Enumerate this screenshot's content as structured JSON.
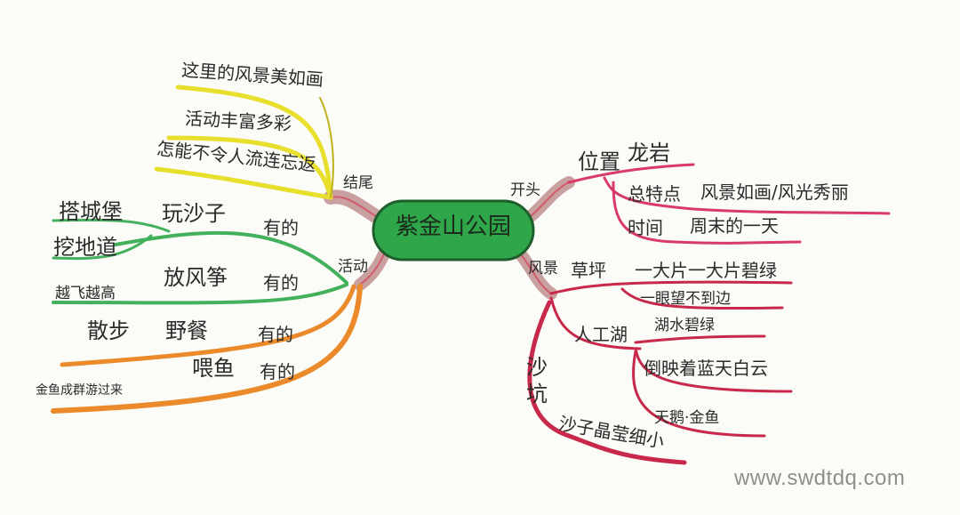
{
  "center": {
    "label": "紫金山公园"
  },
  "branches": {
    "ending": {
      "label": "结尾",
      "color": "#e8de2c",
      "leaves": [
        "这里的风景美如画",
        "活动丰富多彩",
        "怎能不令人流连忘返"
      ]
    },
    "activities": {
      "label": "活动",
      "colors": {
        "green": "#43b05c",
        "orange": "#ea8a2a"
      },
      "rows": [
        {
          "sub": [
            "搭城堡",
            "挖地道"
          ],
          "activity": "玩沙子",
          "tag": "有的"
        },
        {
          "detail": "越飞越高",
          "activity": "放风筝",
          "tag": "有的"
        },
        {
          "detail": "散步",
          "activity": "野餐",
          "tag": "有的"
        },
        {
          "detail": "金鱼成群游过来",
          "activity": "喂鱼",
          "tag": "有的"
        }
      ]
    },
    "opening": {
      "label": "开头",
      "color": "#d83a6a",
      "location": {
        "label": "位置",
        "value": "龙岩"
      },
      "overview": {
        "label": "总特点",
        "value": "风景如画/风光秀丽"
      },
      "time": {
        "label": "时间",
        "value": "周末的一天"
      }
    },
    "scenery": {
      "label": "风景",
      "color": "#c8284a",
      "lawn": {
        "label": "草坪",
        "details": [
          "一大片一大片碧绿",
          "一眼望不到边"
        ]
      },
      "lake": {
        "label": "人工湖",
        "details": [
          "湖水碧绿",
          "倒映着蓝天白云",
          "天鹅·金鱼"
        ]
      },
      "sandpit": {
        "label": "沙坑",
        "detail": "沙子晶莹细小"
      }
    }
  },
  "watermark": "www.swdtdq.com"
}
